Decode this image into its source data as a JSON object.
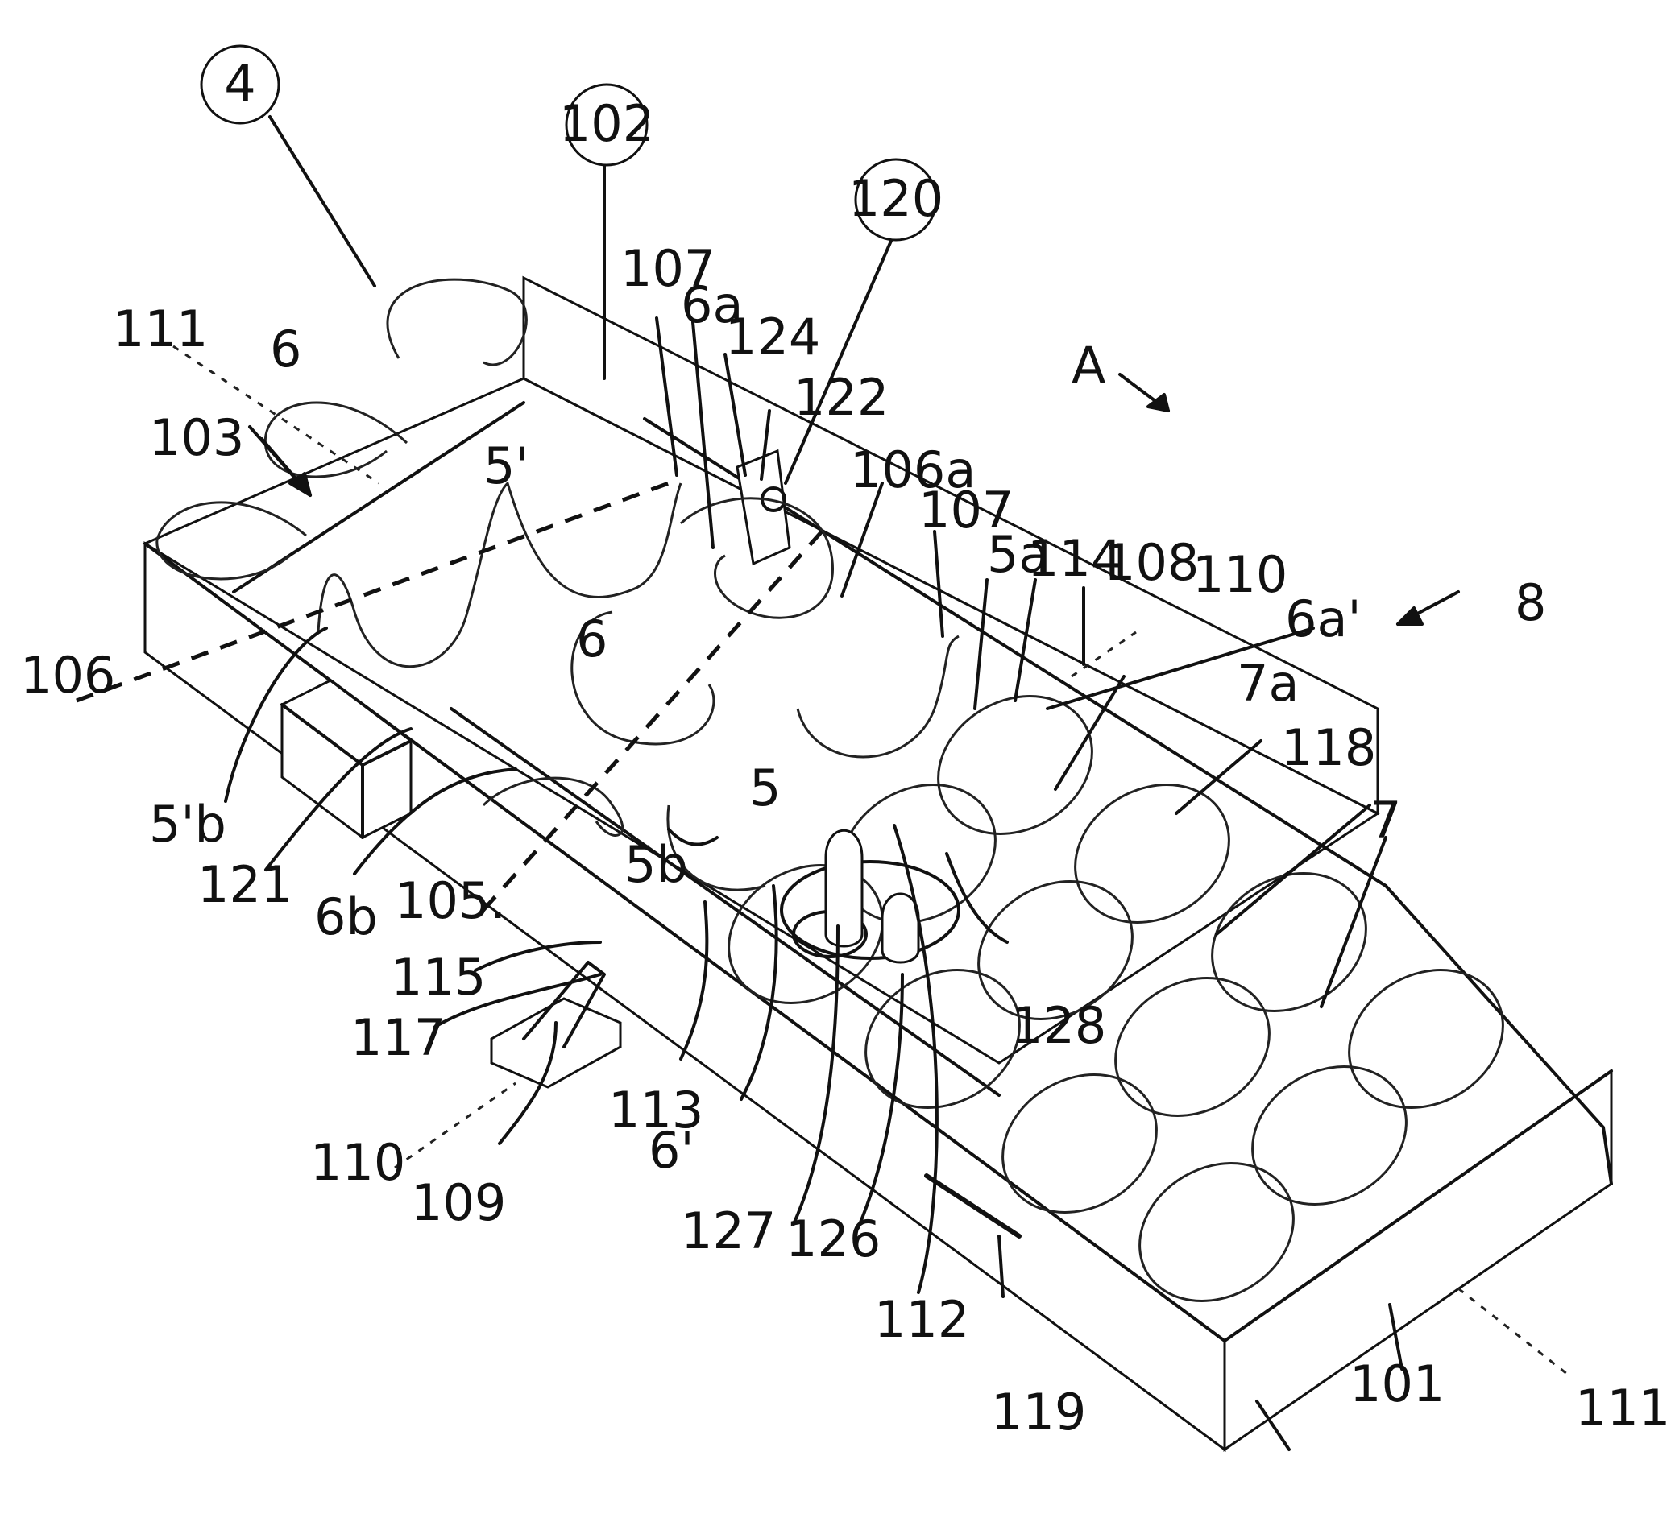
{
  "figure": {
    "callouts": {
      "c4": "4",
      "c102": "102",
      "c120": "120",
      "c111a": "111",
      "c6top": "6",
      "c103": "103",
      "c5p": "5'",
      "c107a": "107",
      "c6a": "6a",
      "c124": "124",
      "c122": "122",
      "cA": "A",
      "c106a": "106a",
      "c107b": "107",
      "c5a": "5a",
      "c114": "114",
      "c108": "108",
      "c110a": "110",
      "c6ap": "6a'",
      "c8": "8",
      "c7a": "7a",
      "c106": "106",
      "c6mid": "6",
      "c5pb": "5'b",
      "c5": "5",
      "c118": "118",
      "c7": "7",
      "c121": "121",
      "c6b": "6b",
      "c105": "105.",
      "c5b": "5b",
      "c128": "128",
      "c115": "115",
      "c117": "117",
      "c113": "113",
      "c6p": "6'",
      "c110b": "110",
      "c109": "109",
      "c127": "127",
      "c126": "126",
      "c112": "112",
      "c119": "119",
      "c101": "101",
      "c111b": "111"
    }
  }
}
